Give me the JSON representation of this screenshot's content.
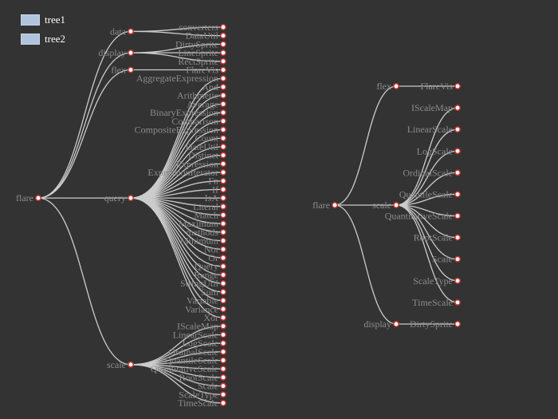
{
  "legend": [
    {
      "label": "tree1",
      "color": "#b0c4de"
    },
    {
      "label": "tree2",
      "color": "#b0c4de"
    }
  ],
  "colors": {
    "background": "#333333",
    "link": "#cccccc",
    "node_fill": "#ffffff",
    "node_stroke": "#c23531",
    "label": "#8c8c8c"
  },
  "chart_data": [
    {
      "type": "tree",
      "series": "tree1",
      "orient": "left-to-right",
      "root": {
        "name": "flare",
        "children": [
          {
            "name": "data",
            "children": [
              {
                "name": "converters"
              },
              {
                "name": "DataUtil"
              }
            ]
          },
          {
            "name": "display",
            "children": [
              {
                "name": "DirtySprite"
              },
              {
                "name": "LineSprite"
              },
              {
                "name": "RectSprite"
              }
            ]
          },
          {
            "name": "flex",
            "children": [
              {
                "name": "FlareVis"
              }
            ]
          },
          {
            "name": "query",
            "children": [
              {
                "name": "AggregateExpression"
              },
              {
                "name": "And"
              },
              {
                "name": "Arithmetic"
              },
              {
                "name": "Average"
              },
              {
                "name": "BinaryExpression"
              },
              {
                "name": "Comparison"
              },
              {
                "name": "CompositeExpression"
              },
              {
                "name": "Count"
              },
              {
                "name": "DateUtil"
              },
              {
                "name": "Distinct"
              },
              {
                "name": "Expression"
              },
              {
                "name": "ExpressionIterator"
              },
              {
                "name": "Fn"
              },
              {
                "name": "If"
              },
              {
                "name": "IsA"
              },
              {
                "name": "Literal"
              },
              {
                "name": "Match"
              },
              {
                "name": "Maximum"
              },
              {
                "name": "methods"
              },
              {
                "name": "Minimum"
              },
              {
                "name": "Not"
              },
              {
                "name": "Or"
              },
              {
                "name": "Query"
              },
              {
                "name": "Range"
              },
              {
                "name": "StringUtil"
              },
              {
                "name": "Sum"
              },
              {
                "name": "Variable"
              },
              {
                "name": "Variance"
              },
              {
                "name": "Xor"
              }
            ]
          },
          {
            "name": "scale",
            "children": [
              {
                "name": "IScaleMap"
              },
              {
                "name": "LinearScale"
              },
              {
                "name": "LogScale"
              },
              {
                "name": "OrdinalScale"
              },
              {
                "name": "QuantileScale"
              },
              {
                "name": "QuantitativeScale"
              },
              {
                "name": "RootScale"
              },
              {
                "name": "Scale"
              },
              {
                "name": "ScaleType"
              },
              {
                "name": "TimeScale"
              }
            ]
          }
        ]
      }
    },
    {
      "type": "tree",
      "series": "tree2",
      "orient": "left-to-right",
      "root": {
        "name": "flare",
        "children": [
          {
            "name": "flex",
            "children": [
              {
                "name": "FlareVis"
              }
            ]
          },
          {
            "name": "scale",
            "children": [
              {
                "name": "IScaleMap"
              },
              {
                "name": "LinearScale"
              },
              {
                "name": "LogScale"
              },
              {
                "name": "OrdinalScale"
              },
              {
                "name": "QuantileScale"
              },
              {
                "name": "QuantitativeScale"
              },
              {
                "name": "RootScale"
              },
              {
                "name": "Scale"
              },
              {
                "name": "ScaleType"
              },
              {
                "name": "TimeScale"
              }
            ]
          },
          {
            "name": "display",
            "children": [
              {
                "name": "DirtySprite"
              }
            ]
          }
        ]
      }
    }
  ]
}
